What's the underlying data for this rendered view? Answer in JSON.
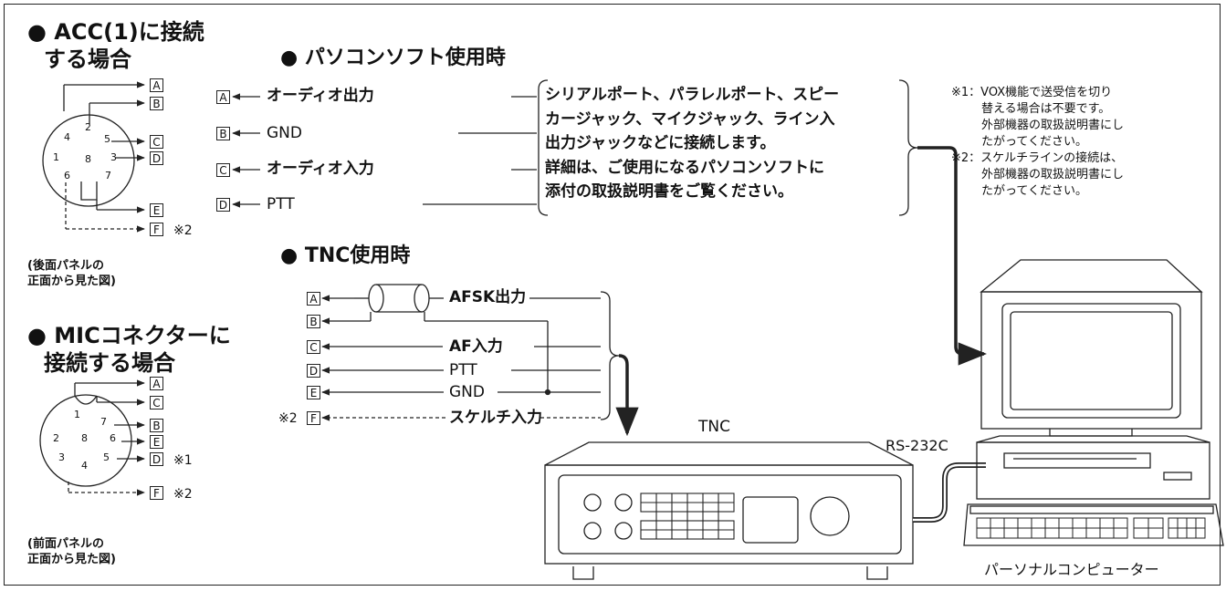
{
  "acc": {
    "title_1": "● ACC(1)に接続",
    "title_2": "する場合",
    "pins": [
      "4",
      "2",
      "5",
      "1",
      "8",
      "3",
      "6",
      "7"
    ],
    "terms": [
      "A",
      "B",
      "C",
      "D",
      "E",
      "F"
    ],
    "f_note": "※2",
    "caption_1": "(後面パネルの",
    "caption_2": "正面から見た図)"
  },
  "mic": {
    "title_1": "● MICコネクターに",
    "title_2": "接続する場合",
    "pins": [
      "1",
      "7",
      "2",
      "8",
      "6",
      "3",
      "5",
      "4"
    ],
    "terms": [
      "A",
      "C",
      "B",
      "E",
      "D",
      "F"
    ],
    "d_note": "※1",
    "f_note": "※2",
    "caption_1": "(前面パネルの",
    "caption_2": "正面から見た図)"
  },
  "pc": {
    "heading": "● パソコンソフト使用時",
    "terms": [
      "A",
      "B",
      "C",
      "D"
    ],
    "labels": [
      "オーディオ出力",
      "GND",
      "オーディオ入力",
      "PTT"
    ],
    "info_lines": [
      "シリアルポート、パラレルポート、スピー",
      "カージャック、マイクジャック、ライン入",
      "出力ジャックなどに接続します。",
      "詳細は、ご使用になるパソコンソフトに",
      "添付の取扱説明書をご覧ください。"
    ]
  },
  "tnc": {
    "heading": "● TNC使用時",
    "terms": [
      "A",
      "B",
      "C",
      "D",
      "E",
      "F"
    ],
    "labels": [
      "AFSK出力",
      "AF入力",
      "PTT",
      "GND",
      "スケルチ入力"
    ],
    "f_note": "※2",
    "device_label": "TNC",
    "rs232": "RS-232C",
    "computer_label": "パーソナルコンピューター"
  },
  "notes": [
    "※1：VOX機能で送受信を切り",
    "替える場合は不要です。",
    "外部機器の取扱説明書にし",
    "たがってください。",
    "※2：スケルチラインの接続は、",
    "外部機器の取扱説明書にし",
    "たがってください。"
  ]
}
